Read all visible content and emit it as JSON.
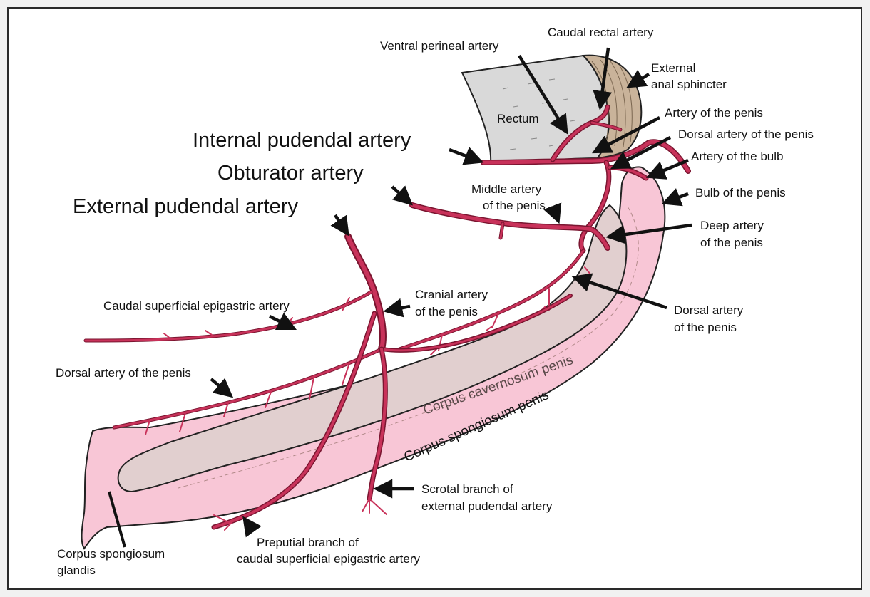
{
  "colors": {
    "background": "#ffffff",
    "border": "#2a2a2a",
    "artery": "#c8325a",
    "artery_outline": "#7a1530",
    "corpus_cavernosum": "#e1cfcf",
    "corpus_spongiosum": "#f8c6d6",
    "rectum": "#d9d9d9",
    "sphincter": "#c9b39a"
  },
  "labels": {
    "internal_pudendal": "Internal pudendal artery",
    "obturator": "Obturator artery",
    "external_pudendal": "External pudendal artery",
    "ventral_perineal": "Ventral perineal artery",
    "caudal_rectal": "Caudal rectal artery",
    "external_anal_1": "External",
    "external_anal_2": "anal sphincter",
    "rectum": "Rectum",
    "artery_of_penis": "Artery of the penis",
    "dorsal_artery_top": "Dorsal artery of the penis",
    "artery_of_bulb": "Artery of the bulb",
    "bulb_of_penis": "Bulb of the penis",
    "middle_artery_1": "Middle artery",
    "middle_artery_2": "of the penis",
    "deep_artery_1": "Deep artery",
    "deep_artery_2": "of the penis",
    "dorsal_artery_right_1": "Dorsal artery",
    "dorsal_artery_right_2": "of the penis",
    "caudal_superficial_epigastric": "Caudal superficial epigastric artery",
    "cranial_artery_1": "Cranial artery",
    "cranial_artery_2": "of the penis",
    "dorsal_artery_left": "Dorsal artery of the penis",
    "corpus_cavernosum": "Corpus cavernosum penis",
    "corpus_spongiosum": "Corpus spongiosum penis",
    "scrotal_1": "Scrotal branch of",
    "scrotal_2": "external pudendal artery",
    "preputial_1": "Preputial branch of",
    "preputial_2": "caudal superficial epigastric artery",
    "glandis_1": "Corpus spongiosum",
    "glandis_2": "glandis"
  }
}
